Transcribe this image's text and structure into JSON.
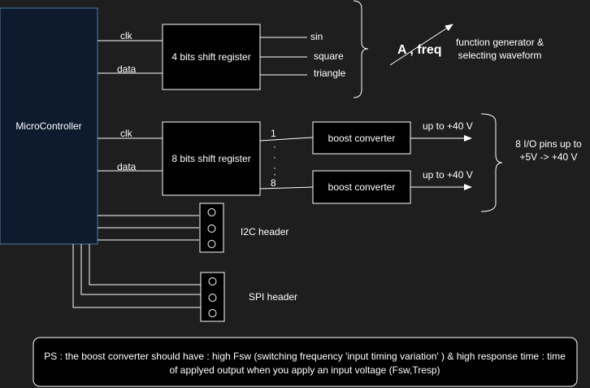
{
  "blocks": {
    "microcontroller": "MicroController",
    "shift4": "4 bits shift register",
    "shift8": "8 bits shift register",
    "boost1": "boost converter",
    "boost2": "boost converter"
  },
  "signals": {
    "clk_top": "clk",
    "data_top": "data",
    "clk_bottom": "clk",
    "data_bottom": "data",
    "out_sin": "sin",
    "out_square": "square",
    "out_triangle": "triangle",
    "pin_first": "1",
    "pin_last": "8",
    "dots": [
      "·",
      "·",
      "·",
      "·"
    ],
    "boost_out_1": "up to +40 V",
    "boost_out_2": "up to +40 V"
  },
  "annotations": {
    "amp_freq": "A , freq",
    "func_gen_line1": "function generator &",
    "func_gen_line2": "selecting waveform",
    "io_pins_line1": "8 I/O pins up to",
    "io_pins_line2": "+5V -> +40 V"
  },
  "headers": {
    "i2c_label": "I2C header",
    "spi_label": "SPI header"
  },
  "note": {
    "line1": "PS : the boost converter should have : high Fsw (switching frequency 'input timing variation' ) & high response time : time",
    "line2": "of applyed output when you apply an input voltage (Fsw,Tresp)"
  },
  "colors": {
    "background": "#1e1e1e",
    "mcu_fill": "#0e1b2e",
    "mcu_stroke": "#4d79a8",
    "box_fill": "#000000",
    "stroke": "#ffffff",
    "text": "#ffffff"
  }
}
